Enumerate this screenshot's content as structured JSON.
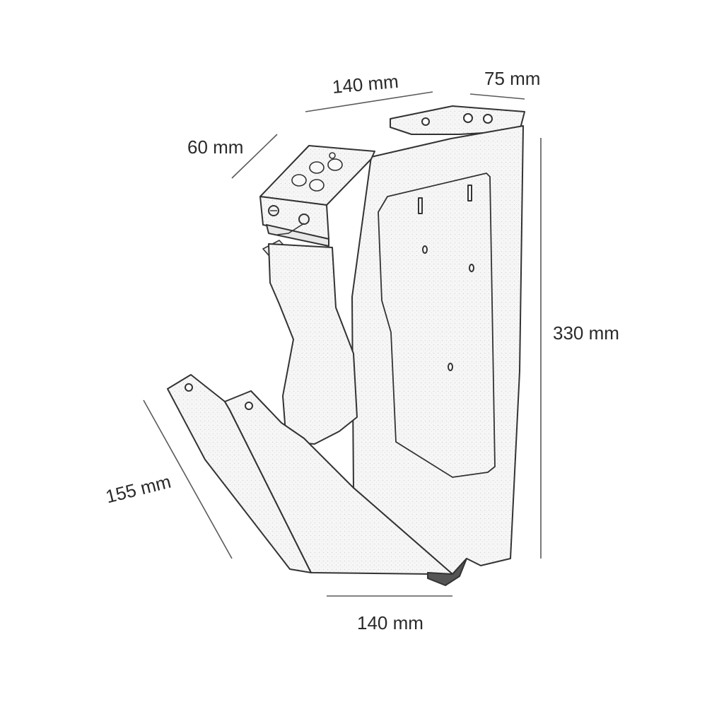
{
  "dimensions": {
    "top_width": "140 mm",
    "top_depth": "75 mm",
    "side_depth": "60 mm",
    "height": "330 mm",
    "door_length": "155 mm",
    "bottom_width": "140 mm"
  },
  "colors": {
    "line": "#3a3a3a",
    "fill": "#f4f4f4",
    "fill_dark": "#e6e6e6",
    "text": "#2a2a2a"
  }
}
